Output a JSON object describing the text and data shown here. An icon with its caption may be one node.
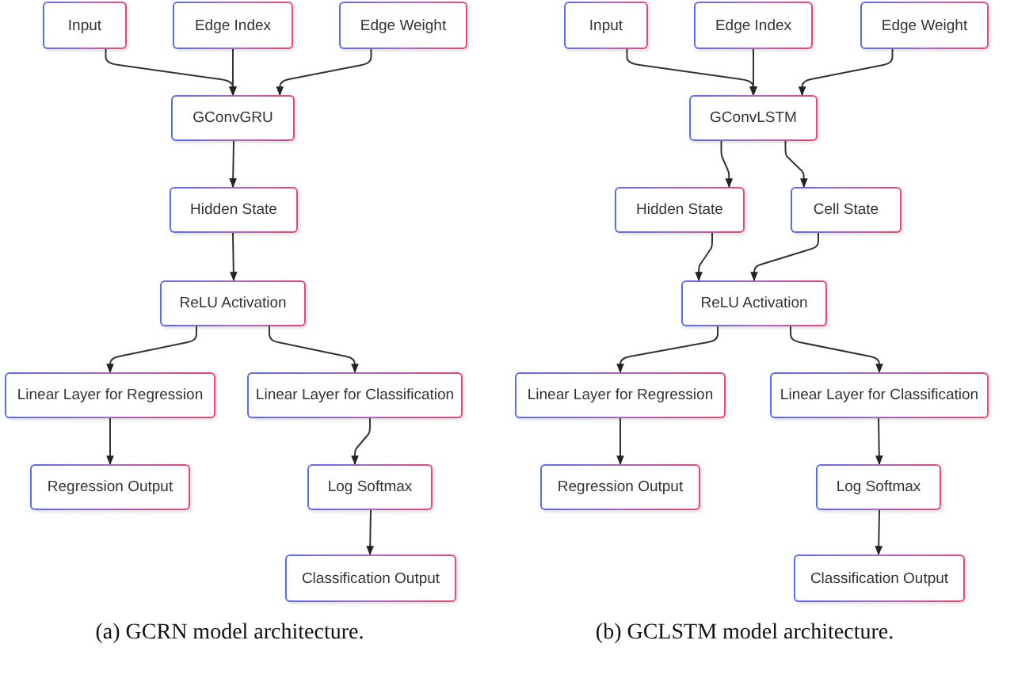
{
  "diagram": {
    "nodes": [
      {
        "text": [
          "Input"
        ]
      },
      {
        "text": [
          "Edge Index"
        ]
      },
      {
        "text": [
          "Edge Weight"
        ]
      },
      {
        "text": [
          "GConvGRU"
        ]
      },
      {
        "text": [
          "Hidden State"
        ]
      },
      {
        "text": [
          "ReLU Activation"
        ]
      },
      {
        "text": [
          "Linear Layer for Regression"
        ]
      },
      {
        "text": [
          "Linear Layer for Classification"
        ]
      },
      {
        "text": [
          "Regression Output"
        ]
      },
      {
        "text": [
          "Log Softmax"
        ]
      },
      {
        "text": [
          "Classification Output"
        ]
      },
      {
        "text": [
          "Input"
        ]
      },
      {
        "text": [
          "Edge Index"
        ]
      },
      {
        "text": [
          "Edge Weight"
        ]
      },
      {
        "text": [
          "GConvLSTM"
        ]
      },
      {
        "text": [
          "Hidden State"
        ]
      },
      {
        "text": [
          "Cell State"
        ]
      },
      {
        "text": [
          "ReLU Activation"
        ]
      },
      {
        "text": [
          "Linear Layer for Regression"
        ]
      },
      {
        "text": [
          "Linear Layer for Classification"
        ]
      },
      {
        "text": [
          "Regression Output"
        ]
      },
      {
        "text": [
          "Log Softmax"
        ]
      },
      {
        "text": [
          "Classification Output"
        ]
      }
    ],
    "edges": [
      {
        "from": 0,
        "to": 3,
        "arrow": "to"
      },
      {
        "from": 1,
        "to": 3,
        "arrow": "to"
      },
      {
        "from": 2,
        "to": 3,
        "arrow": "to"
      },
      {
        "from": 3,
        "to": 4,
        "arrow": "to"
      },
      {
        "from": 4,
        "to": 5,
        "arrow": "to"
      },
      {
        "from": 5,
        "to": 6,
        "arrow": "to"
      },
      {
        "from": 5,
        "to": 7,
        "arrow": "to"
      },
      {
        "from": 6,
        "to": 8,
        "arrow": "to"
      },
      {
        "from": 7,
        "to": 9,
        "arrow": "to"
      },
      {
        "from": 9,
        "to": 10,
        "arrow": "to"
      },
      {
        "from": 11,
        "to": 14,
        "arrow": "to"
      },
      {
        "from": 12,
        "to": 14,
        "arrow": "to"
      },
      {
        "from": 13,
        "to": 14,
        "arrow": "to"
      },
      {
        "from": 14,
        "to": 15,
        "arrow": "to"
      },
      {
        "from": 14,
        "to": 16,
        "arrow": "to"
      },
      {
        "from": 15,
        "to": 17,
        "arrow": "to"
      },
      {
        "from": 16,
        "to": 17,
        "arrow": "to"
      },
      {
        "from": 17,
        "to": 18,
        "arrow": "to"
      },
      {
        "from": 17,
        "to": 19,
        "arrow": "to"
      },
      {
        "from": 18,
        "to": 20,
        "arrow": "to"
      },
      {
        "from": 19,
        "to": 21,
        "arrow": "to"
      },
      {
        "from": 21,
        "to": 22,
        "arrow": "to"
      }
    ],
    "labels": [
      "(a) GCRN model architecture.",
      "(b) GCLSTM model architecture."
    ]
  }
}
